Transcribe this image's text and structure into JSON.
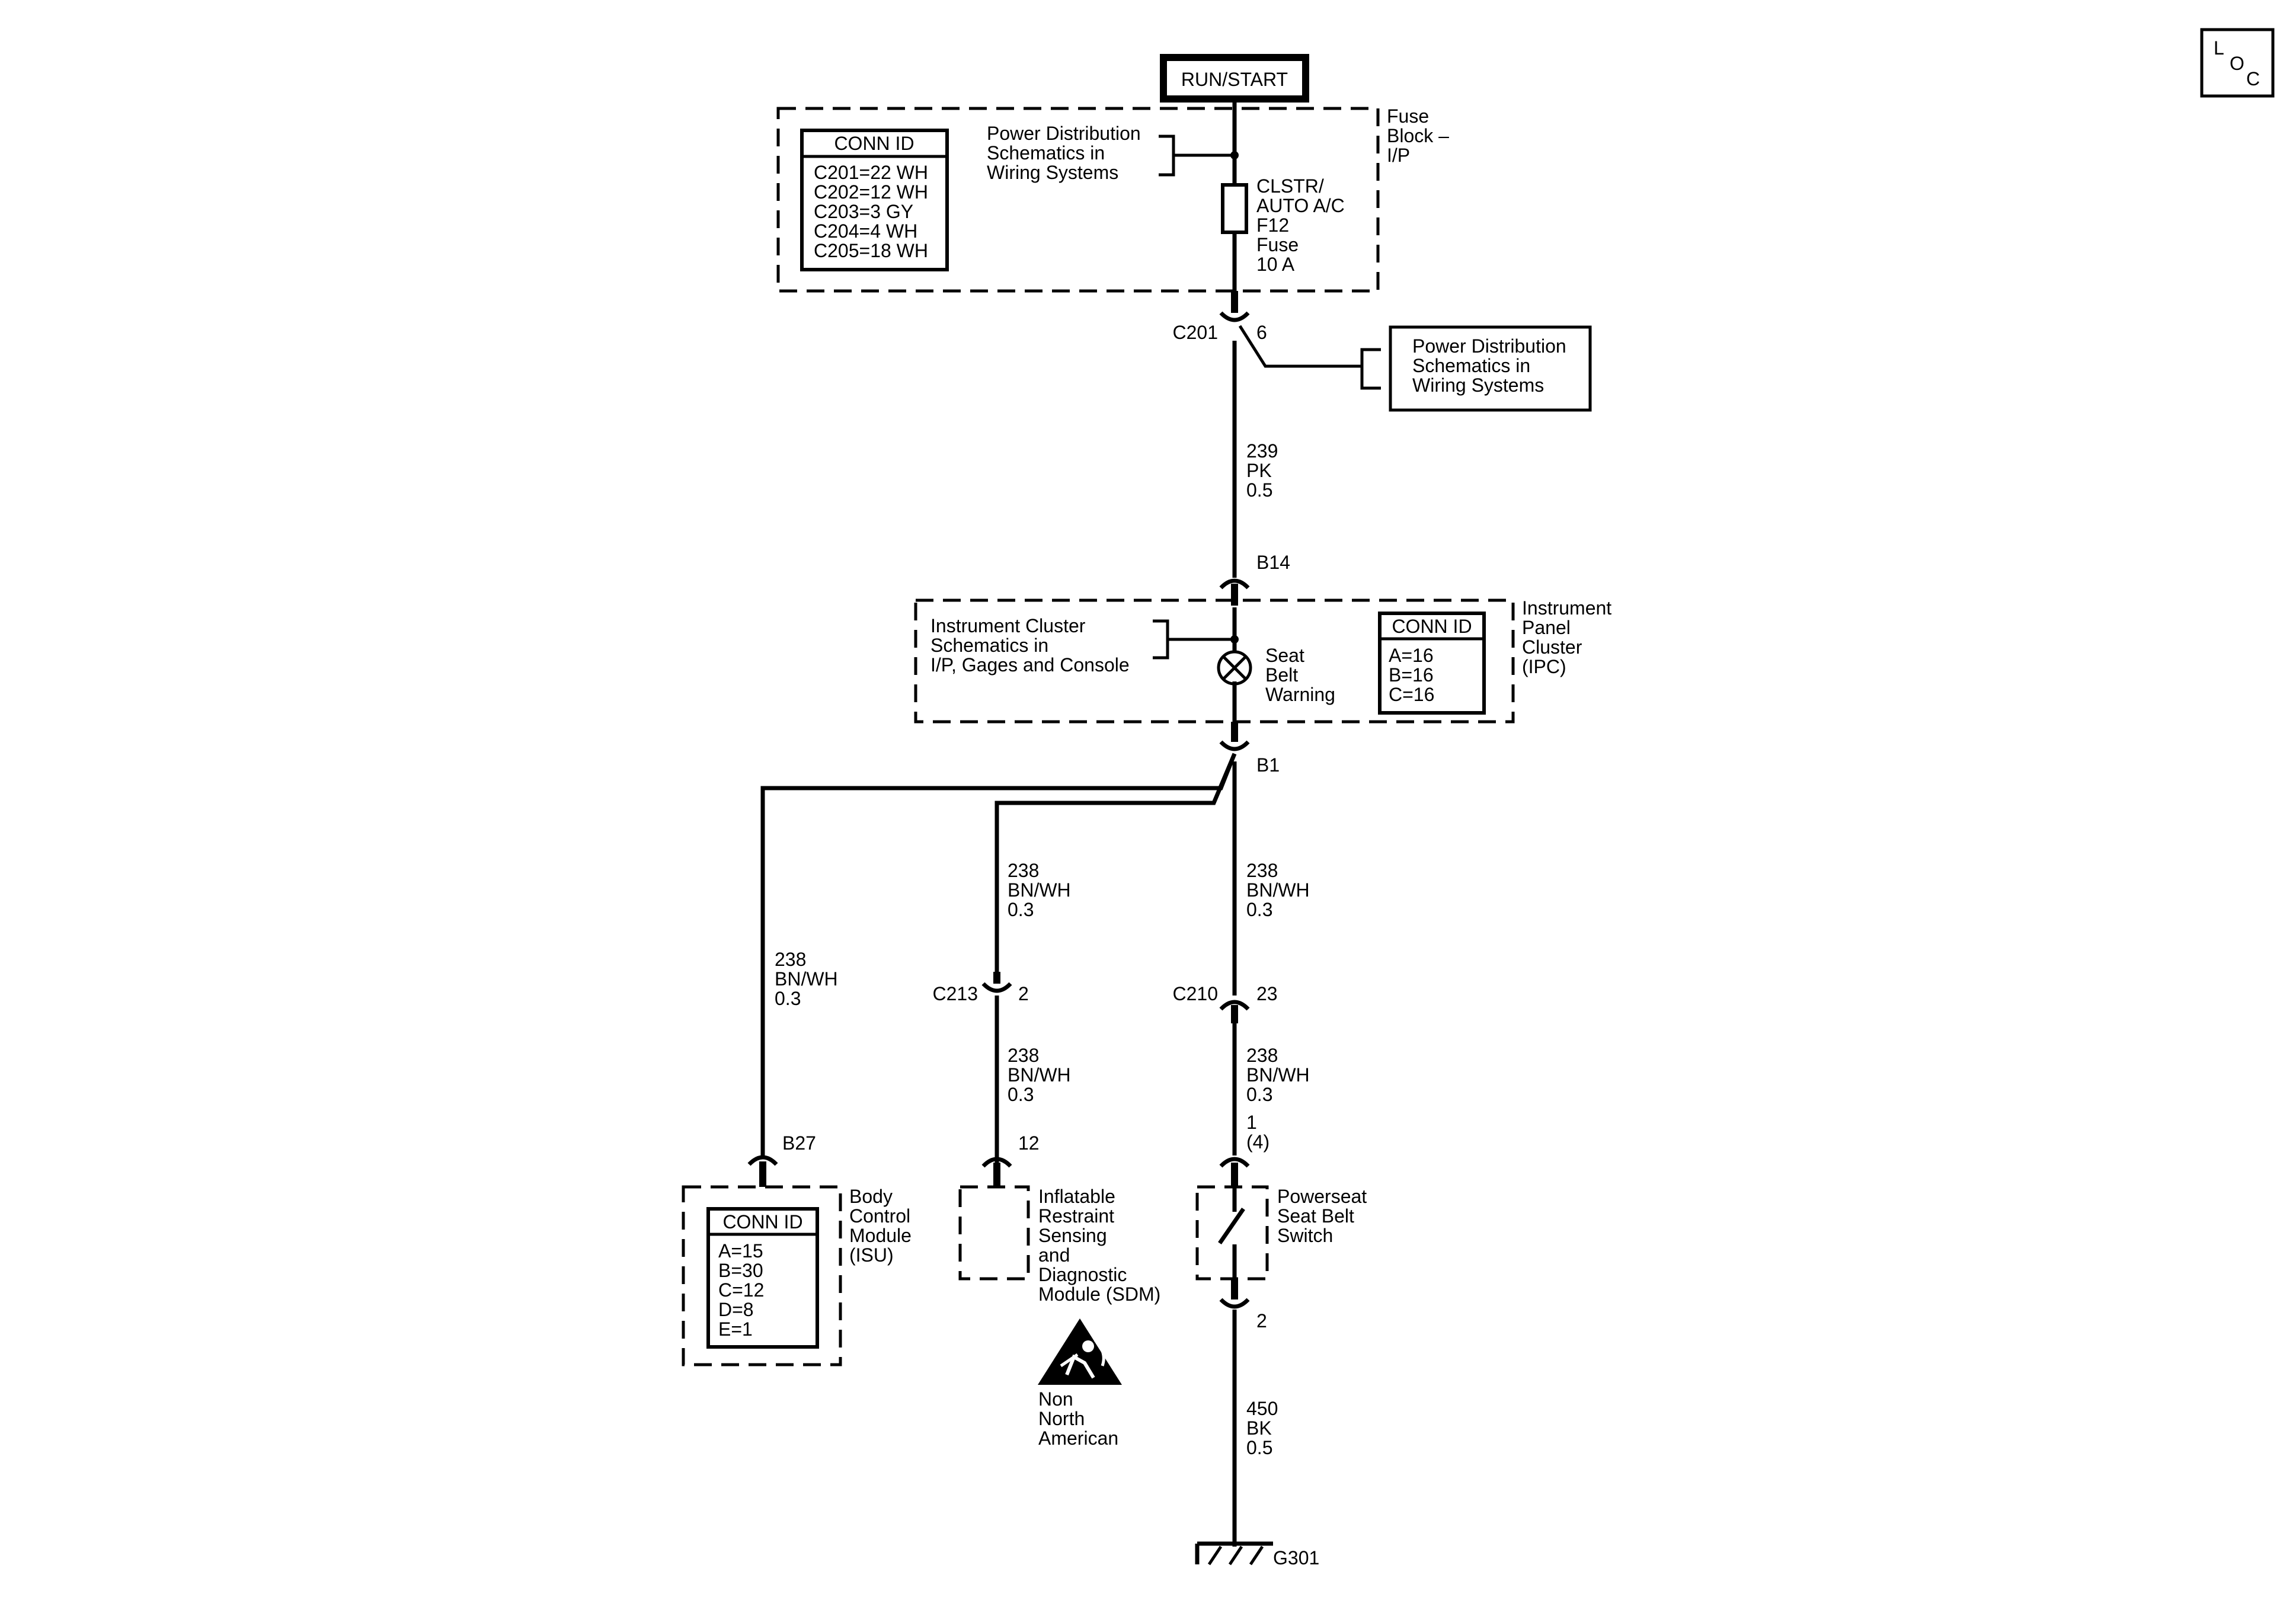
{
  "corner_badge": {
    "l": "L",
    "o": "O",
    "c": "C"
  },
  "power_source": {
    "label": "RUN/START"
  },
  "fuse_block": {
    "title_lines": [
      "Fuse",
      "Block –",
      "I/P"
    ],
    "conn_id": {
      "header": "CONN ID",
      "rows": [
        "C201=22 WH",
        "C202=12 WH",
        "C203=3 GY",
        "C204=4 WH",
        "C205=18 WH"
      ]
    },
    "power_ref_lines": [
      "Power Distribution",
      "Schematics in",
      "Wiring Systems"
    ],
    "fuse_lines": [
      "CLSTR/",
      "AUTO A/C",
      "F12",
      "Fuse",
      "10 A"
    ]
  },
  "c201": {
    "name": "C201",
    "pin": "6"
  },
  "power_ref_box": {
    "lines": [
      "Power Distribution",
      "Schematics in",
      "Wiring Systems"
    ]
  },
  "wire_239": [
    "239",
    "PK",
    "0.5"
  ],
  "b14": "B14",
  "ipc": {
    "title_lines": [
      "Instrument",
      "Panel",
      "Cluster",
      "(IPC)"
    ],
    "schem_ref_lines": [
      "Instrument Cluster",
      "Schematics in",
      "I/P, Gages and Console"
    ],
    "lamp_lines": [
      "Seat",
      "Belt",
      "Warning"
    ],
    "conn_id": {
      "header": "CONN ID",
      "rows": [
        "A=16",
        "B=16",
        "C=16"
      ]
    }
  },
  "b1": "B1",
  "wires_238": {
    "bcm_branch": [
      "238",
      "BN/WH",
      "0.3"
    ],
    "sdm_upper": [
      "238",
      "BN/WH",
      "0.3"
    ],
    "sdm_lower": [
      "238",
      "BN/WH",
      "0.3"
    ],
    "main_upper": [
      "238",
      "BN/WH",
      "0.3"
    ],
    "main_lower": [
      "238",
      "BN/WH",
      "0.3"
    ]
  },
  "c213": {
    "name": "C213",
    "pin": "2"
  },
  "c210": {
    "name": "C210",
    "pin": "23"
  },
  "bcm": {
    "pin": "B27",
    "title_lines": [
      "Body",
      "Control",
      "Module",
      "(ISU)"
    ],
    "conn_id": {
      "header": "CONN ID",
      "rows": [
        "A=15",
        "B=30",
        "C=12",
        "D=8",
        "E=1"
      ]
    }
  },
  "sdm": {
    "pin": "12",
    "title_lines": [
      "Inflatable",
      "Restraint",
      "Sensing",
      "and",
      "Diagnostic",
      "Module (SDM)"
    ]
  },
  "non_na": {
    "lines": [
      "Non",
      "North",
      "American"
    ]
  },
  "switch": {
    "pin_top_lines": [
      "1",
      "(4)"
    ],
    "title_lines": [
      "Powerseat",
      "Seat Belt",
      "Switch"
    ],
    "pin_bottom": "2"
  },
  "wire_450": [
    "450",
    "BK",
    "0.5"
  ],
  "ground": "G301"
}
